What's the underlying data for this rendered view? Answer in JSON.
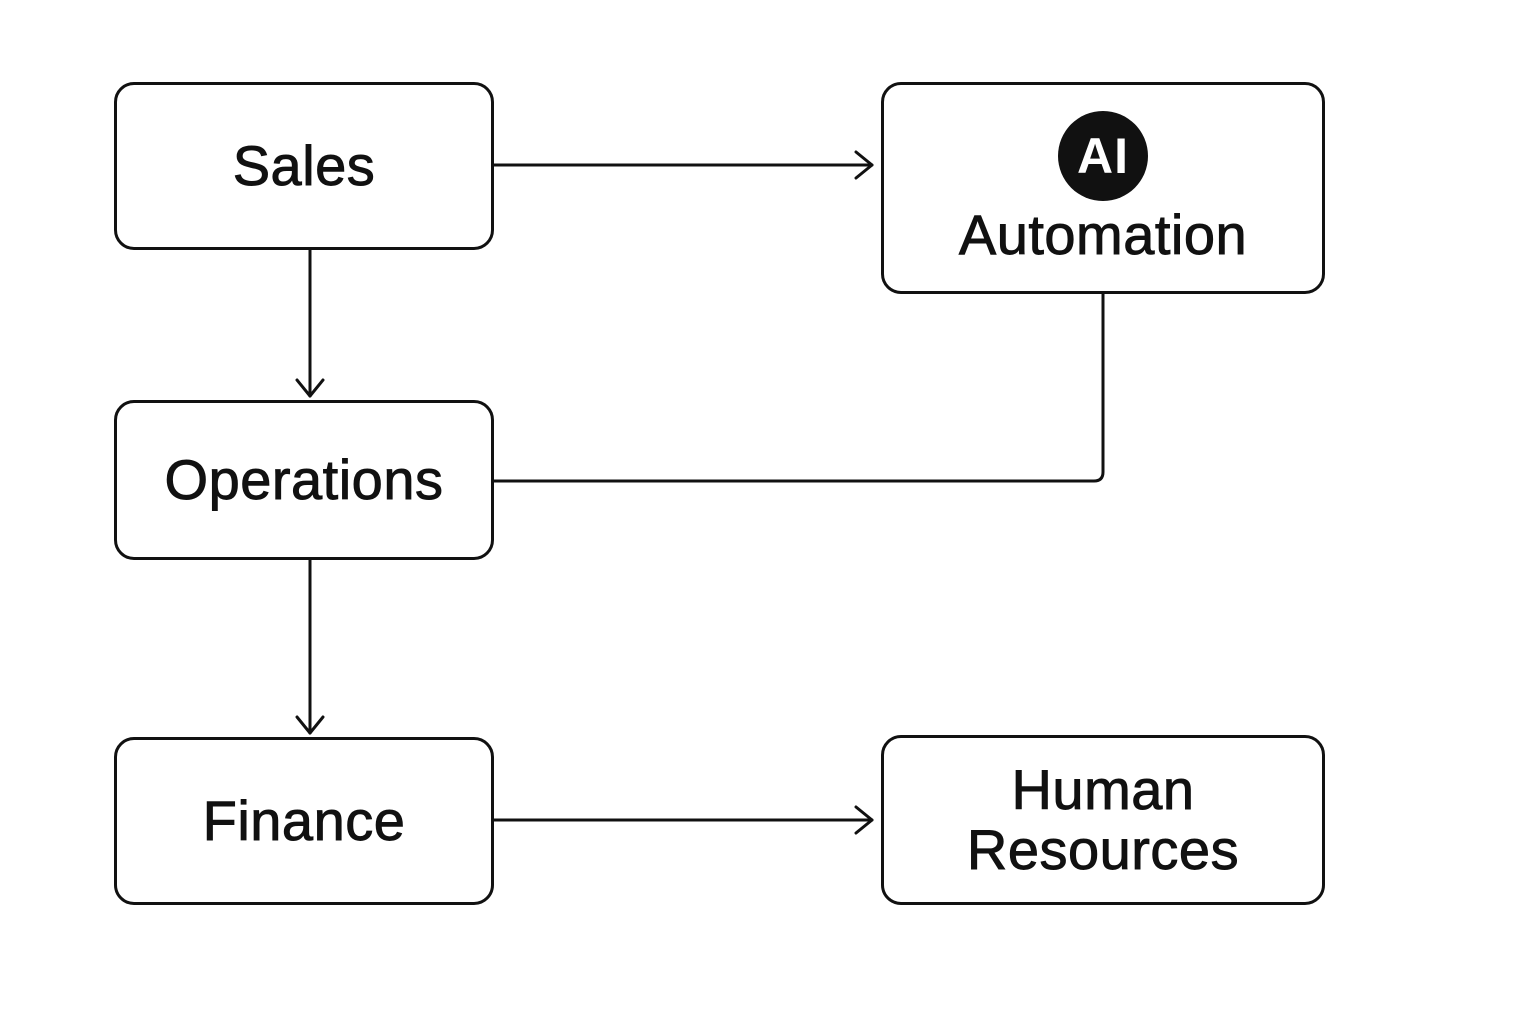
{
  "nodes": {
    "sales": {
      "label": "Sales"
    },
    "automation": {
      "badge": "AI",
      "label": "Automation"
    },
    "operations": {
      "label": "Operations"
    },
    "finance": {
      "label": "Finance"
    },
    "human_resources": {
      "label_line1": "Human",
      "label_line2": "Resources"
    }
  },
  "edges": [
    {
      "from": "Sales",
      "to": "Automation",
      "arrow": true
    },
    {
      "from": "Sales",
      "to": "Operations",
      "arrow": true
    },
    {
      "from": "Automation",
      "to": "Operations",
      "arrow": false
    },
    {
      "from": "Operations",
      "to": "Finance",
      "arrow": true
    },
    {
      "from": "Finance",
      "to": "Human Resources",
      "arrow": true
    }
  ],
  "colors": {
    "stroke": "#111111",
    "background": "#ffffff",
    "badge_fill": "#111111",
    "badge_text": "#ffffff"
  }
}
